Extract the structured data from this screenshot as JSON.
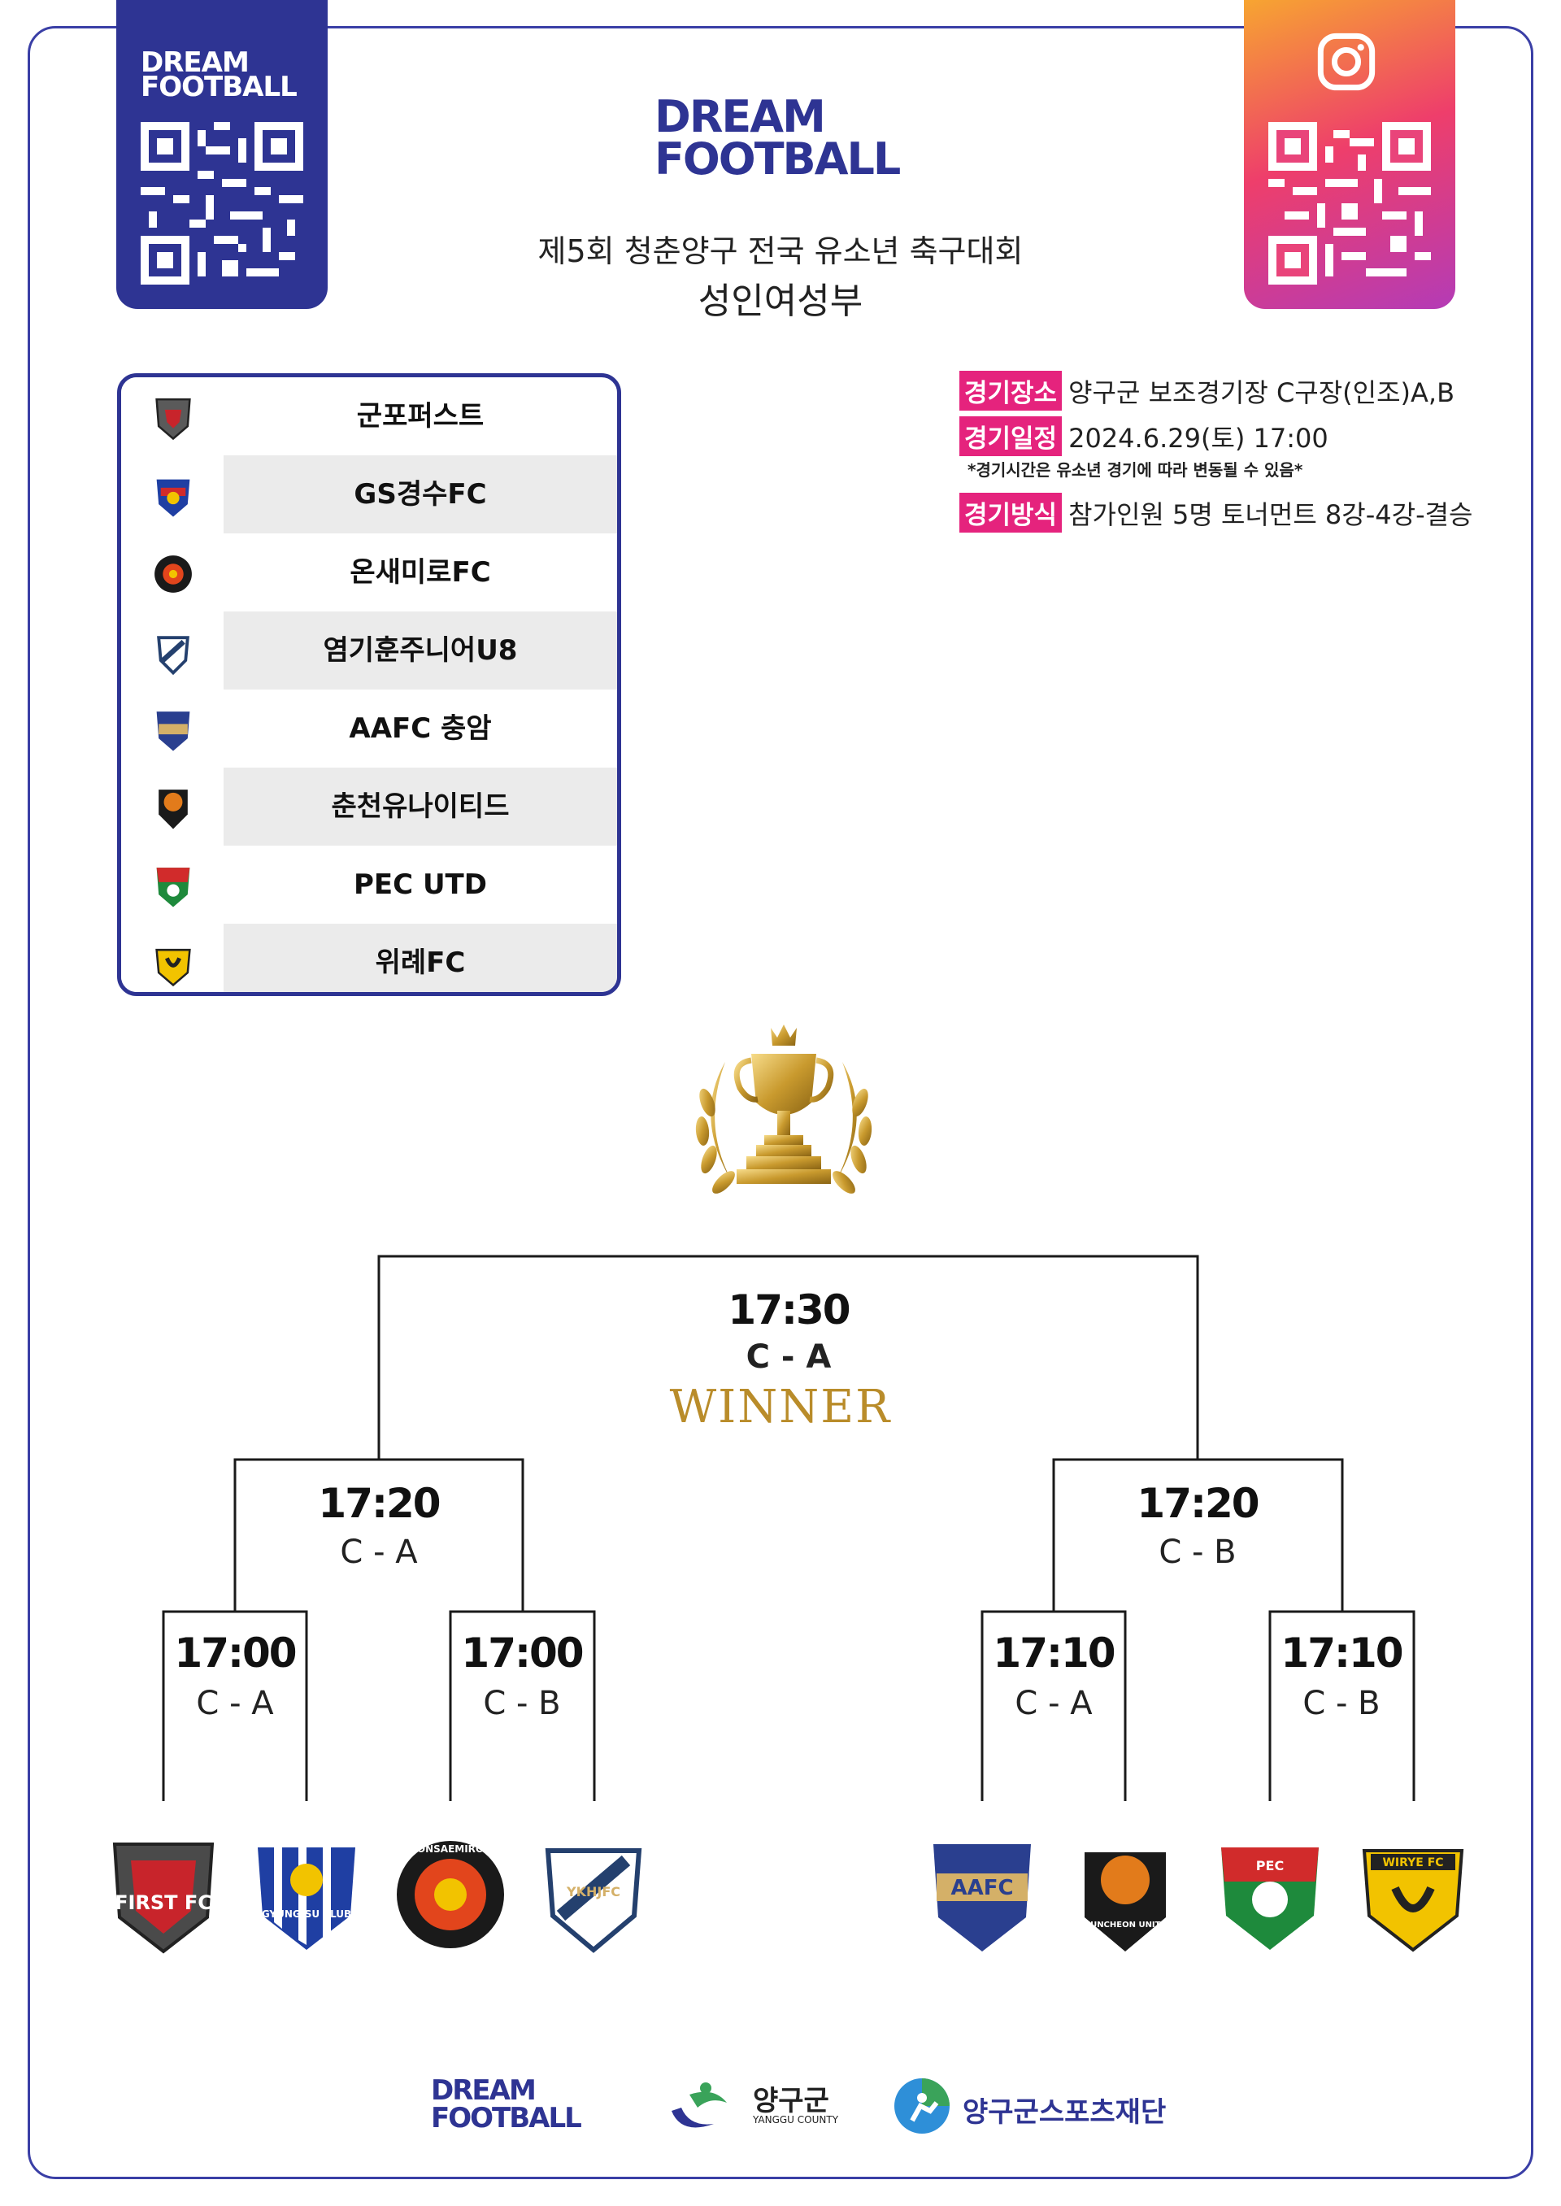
{
  "brand": {
    "line1": "DREAM",
    "line2": "FOOTBALL"
  },
  "event": {
    "title": "제5회 청춘양구 전국 유소년 축구대회",
    "division": "성인여성부"
  },
  "teams": [
    {
      "name": "군포퍼스트",
      "color": "#c8242b"
    },
    {
      "name": "GS경수FC",
      "color": "#1f3fa3"
    },
    {
      "name": "온새미로FC",
      "color": "#e2451c"
    },
    {
      "name": "염기훈주니어U8",
      "color": "#24406e"
    },
    {
      "name": "AAFC 충암",
      "color": "#2a3f8f"
    },
    {
      "name": "춘천유나이티드",
      "color": "#e27b1b"
    },
    {
      "name": "PEC UTD",
      "color": "#1e8a3c"
    },
    {
      "name": "위례FC",
      "color": "#f2c300"
    }
  ],
  "info": {
    "venue_label": "경기장소",
    "venue": "양구군 보조경기장 C구장(인조)A,B",
    "date_label": "경기일정",
    "date": "2024.6.29(토) 17:00",
    "note": "*경기시간은 유소년 경기에 따라 변동될 수 있음*",
    "format_label": "경기방식",
    "format": "참가인원 5명 토너먼트 8강-4강-결승"
  },
  "bracket": {
    "final": {
      "time": "17:30",
      "court": "C - A",
      "label": "WINNER"
    },
    "semi_left": {
      "time": "17:20",
      "court": "C - A"
    },
    "semi_right": {
      "time": "17:20",
      "court": "C - B"
    },
    "qf1": {
      "time": "17:00",
      "court": "C - A"
    },
    "qf2": {
      "time": "17:00",
      "court": "C - B"
    },
    "qf3": {
      "time": "17:10",
      "court": "C - A"
    },
    "qf4": {
      "time": "17:10",
      "court": "C - B"
    }
  },
  "club_labels": [
    "FIRST FC",
    "GYUNG-SU CLUB",
    "ONSAEMIRO",
    "YKHJFC",
    "AAFC",
    "CHUNCHEON UNITED",
    "PEC",
    "WIRYE FC"
  ],
  "sponsors": {
    "yanggu": "양구군",
    "yanggu_en": "YANGGU COUNTY",
    "foundation": "양구군스포츠재단"
  },
  "colors": {
    "navy": "#2e3493",
    "pink": "#e5237d",
    "gold": "#b98c2a"
  }
}
